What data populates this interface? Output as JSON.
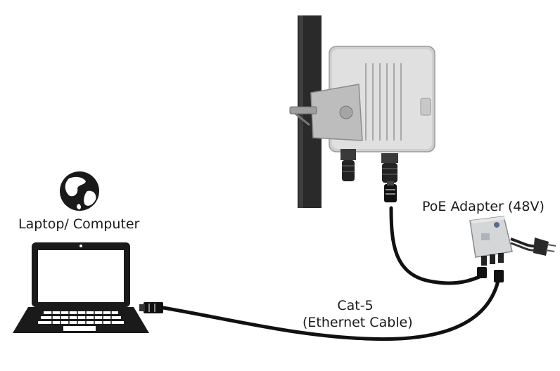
{
  "labels": {
    "laptop": "Laptop/ Computer",
    "poe_adapter": "PoE Adapter (48V)",
    "cable_line1": "Cat-5",
    "cable_line2": "(Ethernet Cable)"
  },
  "icons": [
    "globe-icon",
    "laptop-icon",
    "outdoor-access-point-icon",
    "poe-adapter-icon",
    "rj45-connector-icon",
    "power-plug-icon"
  ],
  "colors": {
    "ink": "#1a1a1a",
    "pole": "#2a2a2a",
    "device_body": "#dcdcdc",
    "device_shadow": "#b5b5b5",
    "adapter_body": "#d4d6d8",
    "cable": "#111111"
  }
}
